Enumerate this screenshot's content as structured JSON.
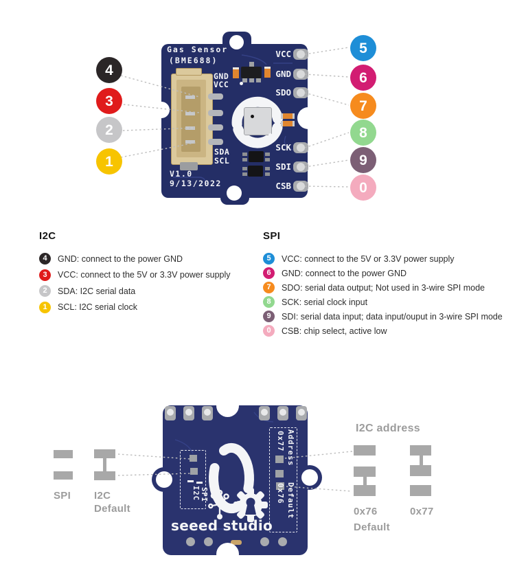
{
  "front": {
    "silkscreen": {
      "title_line1": "Gas Sensor",
      "title_line2": "(BME688)",
      "gnd": "GND",
      "vcc": "VCC",
      "sda": "SDA",
      "scl": "SCL",
      "version": "V1.0",
      "date": "9/13/2022"
    },
    "pads": [
      "VCC",
      "GND",
      "SDO",
      "SCK",
      "SDI",
      "CSB"
    ],
    "left_callouts": [
      {
        "num": "4",
        "color": "#2b2627"
      },
      {
        "num": "3",
        "color": "#e01b1b"
      },
      {
        "num": "2",
        "color": "#c6c6c8"
      },
      {
        "num": "1",
        "color": "#f7c400"
      }
    ],
    "right_callouts": [
      {
        "num": "5",
        "color": "#1e8ed7"
      },
      {
        "num": "6",
        "color": "#d21d72"
      },
      {
        "num": "7",
        "color": "#f68b1e"
      },
      {
        "num": "8",
        "color": "#92d88f"
      },
      {
        "num": "9",
        "color": "#7c5f75"
      },
      {
        "num": "0",
        "color": "#f4abbe"
      }
    ]
  },
  "legend": {
    "i2c": {
      "title": "I2C",
      "items": [
        {
          "num": "4",
          "color": "#2b2627",
          "text": "GND: connect to the power GND"
        },
        {
          "num": "3",
          "color": "#e01b1b",
          "text": "VCC: connect to the 5V or 3.3V power supply"
        },
        {
          "num": "2",
          "color": "#c6c6c8",
          "text": "SDA: I2C serial data"
        },
        {
          "num": "1",
          "color": "#f7c400",
          "text": "SCL: I2C serial clock"
        }
      ]
    },
    "spi": {
      "title": "SPI",
      "items": [
        {
          "num": "5",
          "color": "#1e8ed7",
          "text": "VCC: connect to the 5V or 3.3V power supply"
        },
        {
          "num": "6",
          "color": "#d21d72",
          "text": "GND: connect to the power GND"
        },
        {
          "num": "7",
          "color": "#f68b1e",
          "text": "SDO: serial data output; Not used in 3-wire SPI mode"
        },
        {
          "num": "8",
          "color": "#92d88f",
          "text": "SCK: serial clock input"
        },
        {
          "num": "9",
          "color": "#7c5f75",
          "text": "SDI: serial data input; data input/ouput in 3-wire SPI mode"
        },
        {
          "num": "0",
          "color": "#f4abbe",
          "text": "CSB: chip select, active low"
        }
      ]
    }
  },
  "back": {
    "silkscreen": {
      "i2c": "I2C",
      "spi": "SPI",
      "address": "Address",
      "addr77": "0x77",
      "default_label": "Default",
      "addr76": "0x76",
      "logo": "seeed studio"
    },
    "left_jumpers": {
      "spi_label": "SPI",
      "i2c_label": "I2C",
      "i2c_sub": "Default"
    },
    "right_jumpers": {
      "header": "I2C address",
      "addr76": "0x76",
      "addr76_sub": "Default",
      "addr77": "0x77"
    }
  },
  "colors": {
    "board_front": "#242e66",
    "board_back": "#2a336e",
    "pad_gray": "#a9abae",
    "silkscreen_white": "#f4f5f7",
    "label_gray": "#9c9c9c",
    "jumper_gray": "#a8a8a8",
    "callout_line": "#bdbdbd",
    "connector_beige": "#dbc99c"
  }
}
